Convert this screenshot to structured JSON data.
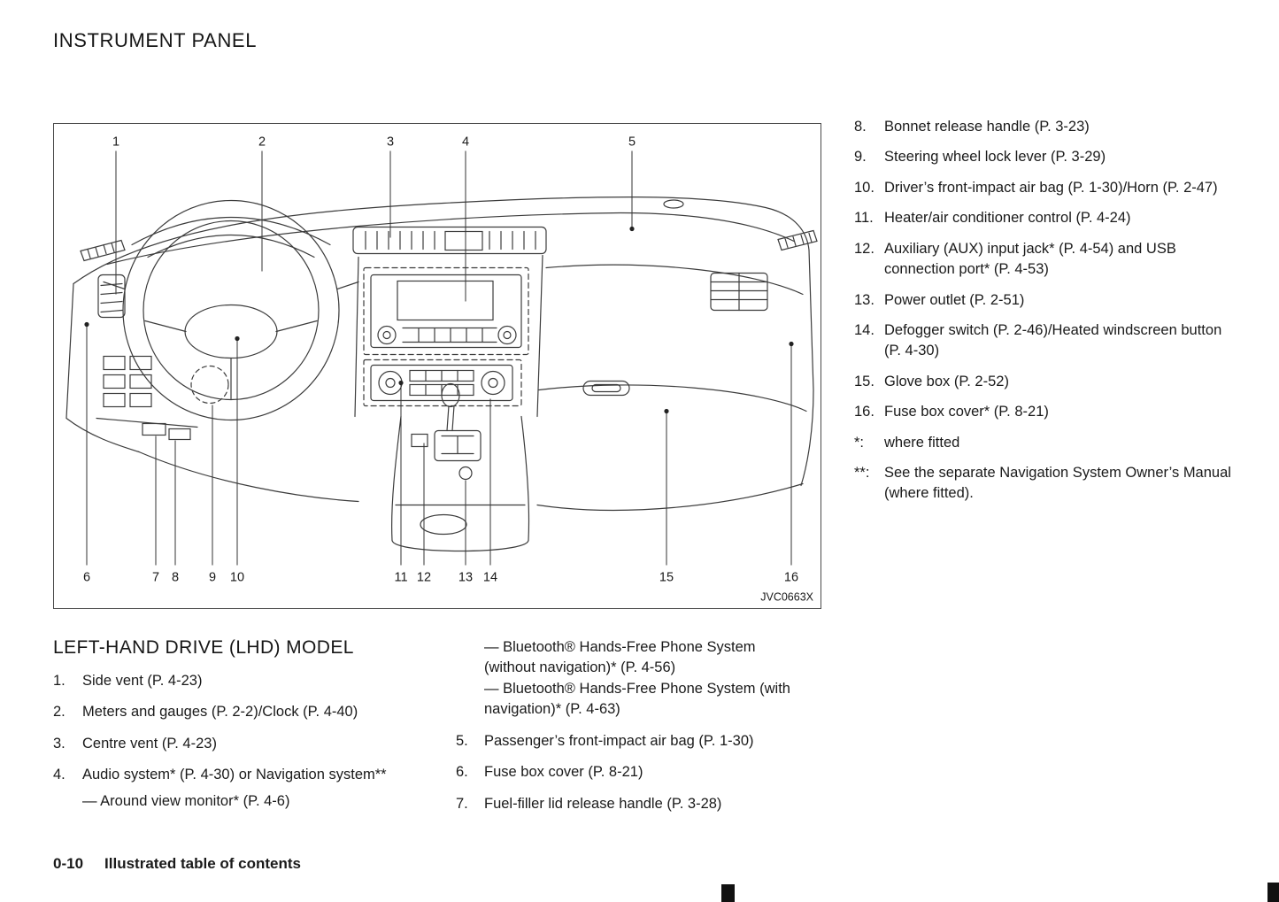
{
  "page": {
    "title": "INSTRUMENT PANEL",
    "section_heading": "LEFT-HAND DRIVE (LHD) MODEL",
    "footer_page": "0-10",
    "footer_text": "Illustrated table of contents"
  },
  "figure": {
    "code": "JVC0663X",
    "callouts_top": [
      "1",
      "2",
      "3",
      "4",
      "5"
    ],
    "callouts_bottom": [
      "6",
      "7",
      "8",
      "9",
      "10",
      "11",
      "12",
      "13",
      "14",
      "15",
      "16"
    ]
  },
  "right_list": [
    {
      "num": "8.",
      "text": "Bonnet release handle (P. 3-23)"
    },
    {
      "num": "9.",
      "text": "Steering wheel lock lever (P. 3-29)"
    },
    {
      "num": "10.",
      "text": "Driver’s front-impact air bag (P. 1-30)/Horn (P. 2-47)"
    },
    {
      "num": "11.",
      "text": "Heater/air conditioner control (P. 4-24)"
    },
    {
      "num": "12.",
      "text": "Auxiliary (AUX) input jack* (P. 4-54) and USB connection port* (P. 4-53)"
    },
    {
      "num": "13.",
      "text": "Power outlet (P. 2-51)"
    },
    {
      "num": "14.",
      "text": "Defogger switch (P. 2-46)/Heated windscreen button (P. 4-30)"
    },
    {
      "num": "15.",
      "text": "Glove box (P. 2-52)"
    },
    {
      "num": "16.",
      "text": "Fuse box cover* (P. 8-21)"
    },
    {
      "num": "*:",
      "text": "where fitted"
    },
    {
      "num": "**:",
      "text": "See the separate Navigation System Owner’s Manual (where fitted)."
    }
  ],
  "left_list": [
    {
      "num": "1.",
      "text": "Side vent (P. 4-23)"
    },
    {
      "num": "2.",
      "text": "Meters and gauges (P. 2-2)/Clock (P. 4-40)"
    },
    {
      "num": "3.",
      "text": "Centre vent (P. 4-23)"
    },
    {
      "num": "4.",
      "text": "Audio system* (P. 4-30) or Navigation system**",
      "sub": "— Around view monitor* (P. 4-6)"
    }
  ],
  "mid_list": {
    "continuation": [
      "— Bluetooth® Hands-Free Phone System (without navigation)* (P. 4-56)",
      "— Bluetooth® Hands-Free Phone System (with navigation)* (P. 4-63)"
    ],
    "items": [
      {
        "num": "5.",
        "text": "Passenger’s front-impact air bag (P. 1-30)"
      },
      {
        "num": "6.",
        "text": "Fuse box cover (P. 8-21)"
      },
      {
        "num": "7.",
        "text": "Fuel-filler lid release handle (P. 3-28)"
      }
    ]
  }
}
